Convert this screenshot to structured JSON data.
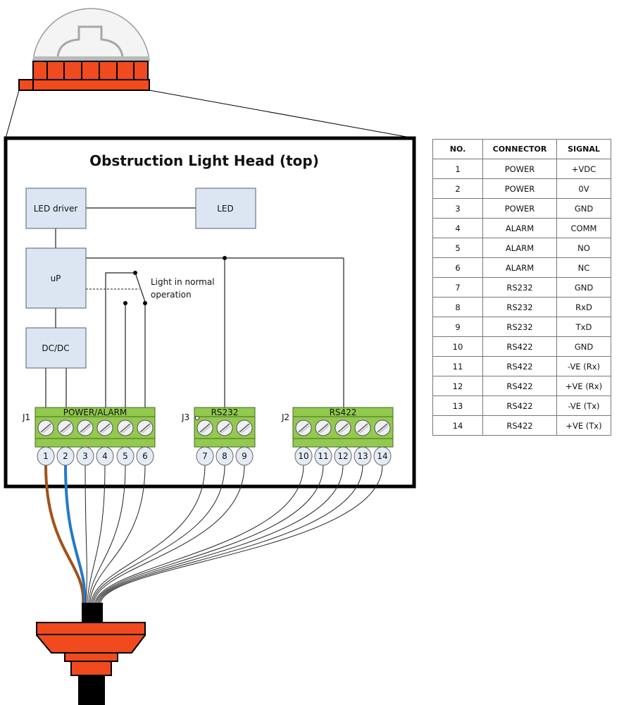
{
  "diagram": {
    "title": "Obstruction Light Head (top)",
    "blocks": {
      "led_driver": "LED driver",
      "led": "LED",
      "up": "uP",
      "dcdc": "DC/DC"
    },
    "switch_note_line1": "Light in normal",
    "switch_note_line2": "operation",
    "connectors": {
      "j1_id": "J1",
      "j1_label": "POWER/ALARM",
      "j3_id": "J3",
      "j3_label": "RS232",
      "j2_id": "J2",
      "j2_label": "RS422"
    },
    "pins": [
      "1",
      "2",
      "3",
      "4",
      "5",
      "6",
      "7",
      "8",
      "9",
      "10",
      "11",
      "12",
      "13",
      "14"
    ],
    "colors": {
      "housing": "#f04a1e",
      "frame": "#000000",
      "connector": "#92c94e",
      "block_fill": "#dce6f2",
      "wire_brown": "#a0521a",
      "wire_blue": "#2379c8"
    }
  },
  "table": {
    "headers": [
      "NO.",
      "CONNECTOR",
      "SIGNAL"
    ],
    "rows": [
      [
        "1",
        "POWER",
        "+VDC"
      ],
      [
        "2",
        "POWER",
        "0V"
      ],
      [
        "3",
        "POWER",
        "GND"
      ],
      [
        "4",
        "ALARM",
        "COMM"
      ],
      [
        "5",
        "ALARM",
        "NO"
      ],
      [
        "6",
        "ALARM",
        "NC"
      ],
      [
        "7",
        "RS232",
        "GND"
      ],
      [
        "8",
        "RS232",
        "RxD"
      ],
      [
        "9",
        "RS232",
        "TxD"
      ],
      [
        "10",
        "RS422",
        "GND"
      ],
      [
        "11",
        "RS422",
        "-VE (Rx)"
      ],
      [
        "12",
        "RS422",
        "+VE (Rx)"
      ],
      [
        "13",
        "RS422",
        "-VE (Tx)"
      ],
      [
        "14",
        "RS422",
        "+VE (Tx)"
      ]
    ]
  }
}
